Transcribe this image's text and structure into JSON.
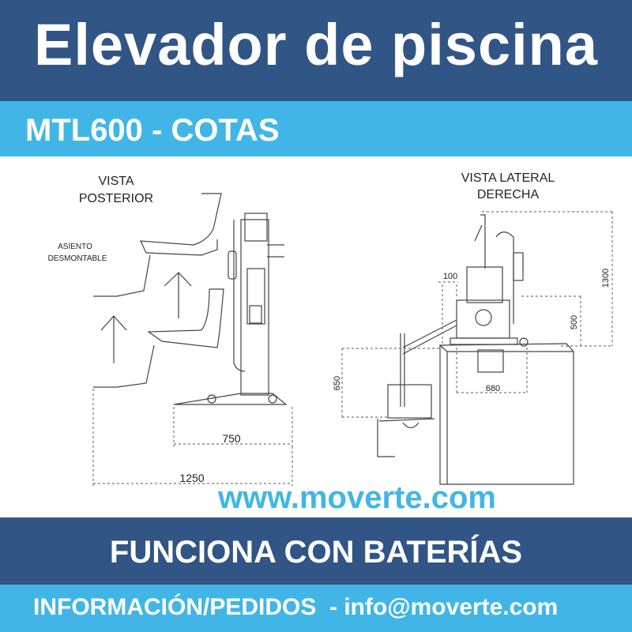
{
  "header": {
    "title": "Elevador de piscina"
  },
  "subheader": {
    "title": "MTL600 - COTAS"
  },
  "diagram": {
    "rear_view": {
      "title_line1": "VISTA",
      "title_line2": "POSTERIOR",
      "seat_label_line1": "ASIENTO",
      "seat_label_line2": "DESMONTABLE",
      "dim_base": "750",
      "dim_total": "1250"
    },
    "side_view": {
      "title_line1": "VISTA LATERAL",
      "title_line2": "DERECHA",
      "dim_offset": "100",
      "dim_height": "1300",
      "dim_base_height": "500",
      "dim_depth": "650",
      "dim_width": "680"
    }
  },
  "website": "www.moverte.com",
  "footer": {
    "feature": "FUNCIONA CON BATERÍAS",
    "contact": "INFORMACIÓN/PEDIDOS  - info@moverte.com"
  },
  "colors": {
    "dark_blue": "#315585",
    "light_blue": "#41b6e6"
  }
}
